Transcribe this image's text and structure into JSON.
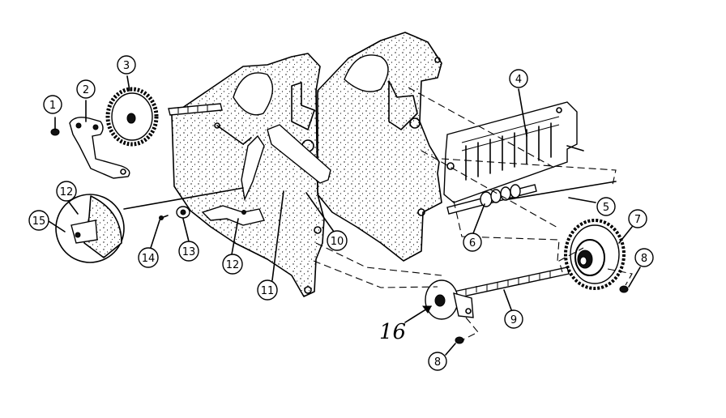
{
  "callouts": {
    "c1": "1",
    "c2": "2",
    "c3": "3",
    "c4": "4",
    "c5": "5",
    "c6": "6",
    "c7": "7",
    "c8a": "8",
    "c8b": "8",
    "c9": "9",
    "c10": "10",
    "c11": "11",
    "c12a": "12",
    "c12b": "12",
    "c13": "13",
    "c14": "14",
    "c15": "15"
  },
  "handwritten_label": "16",
  "colors": {
    "ink": "#000000",
    "paper": "#ffffff"
  }
}
